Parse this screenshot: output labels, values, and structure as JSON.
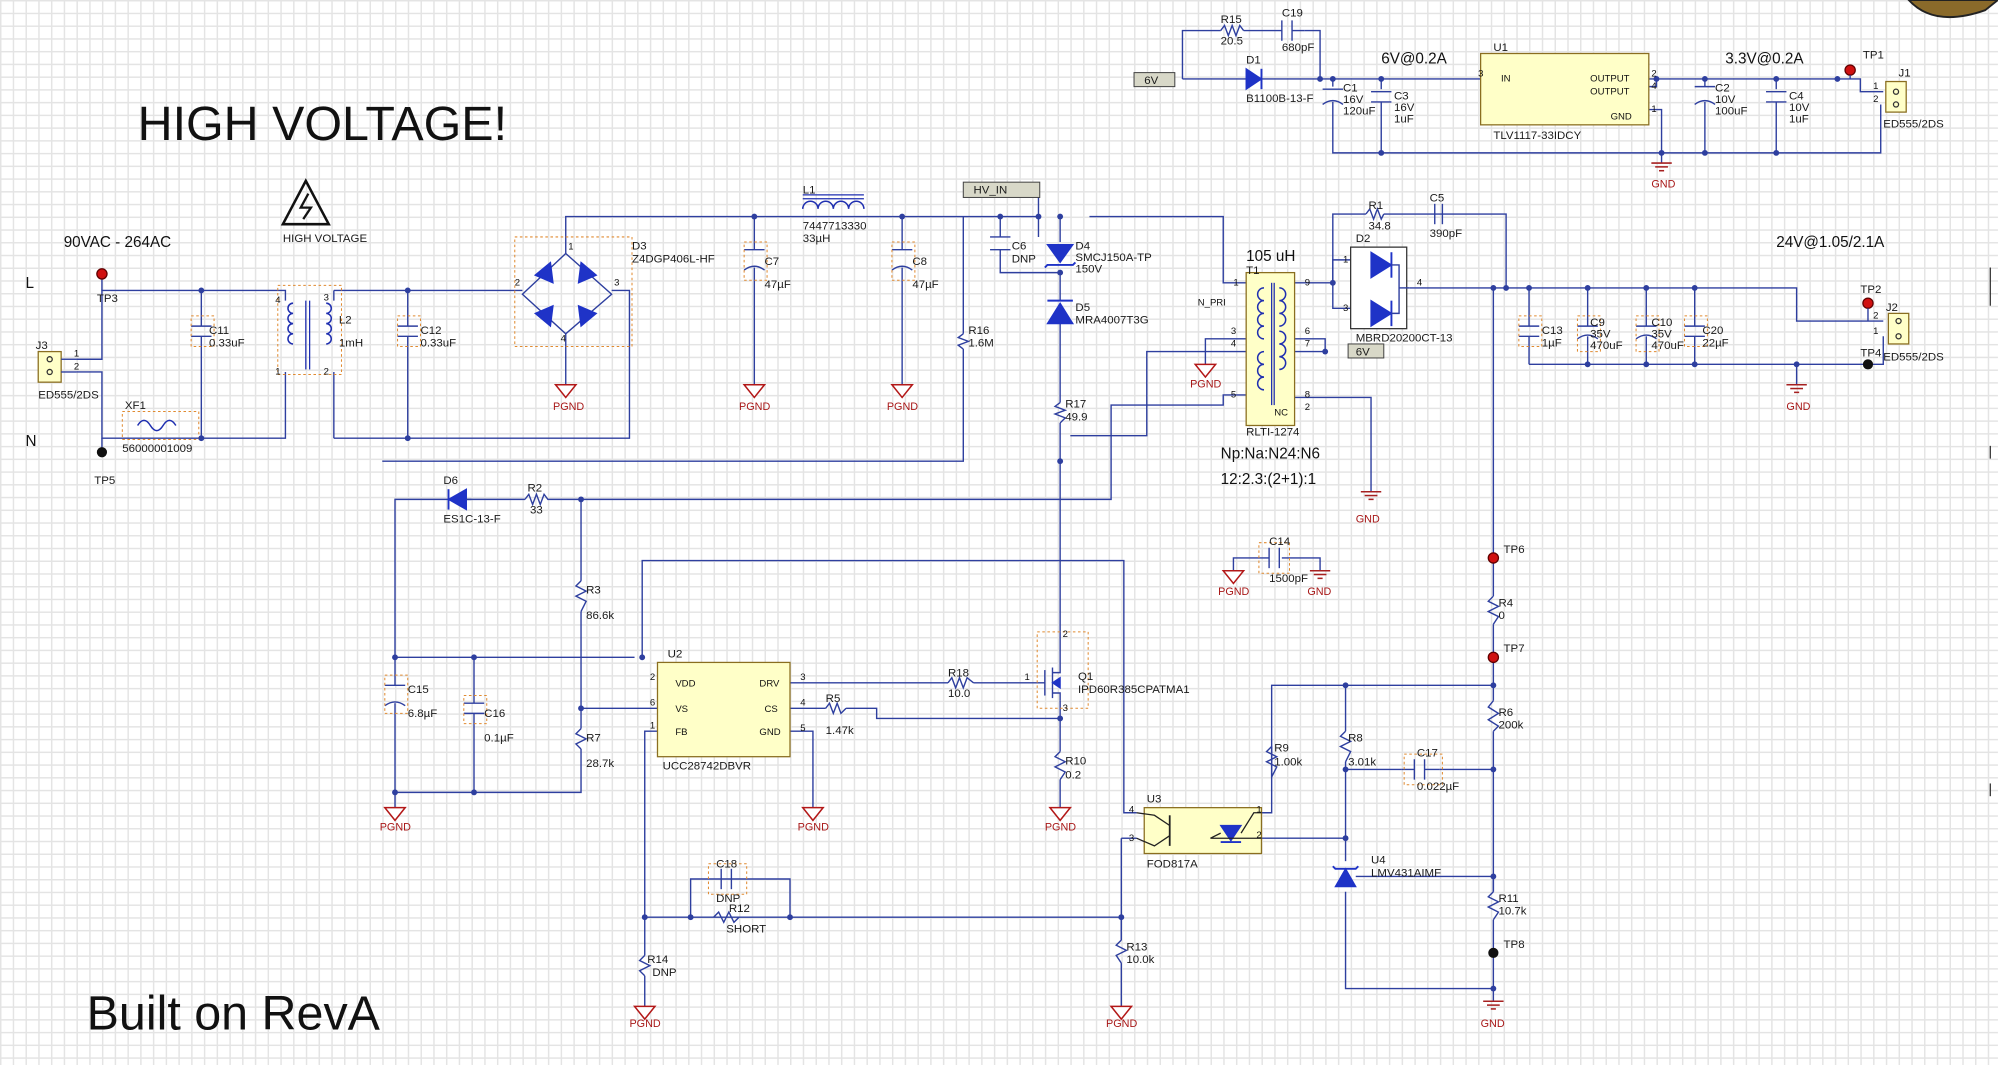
{
  "notes": {
    "high_voltage": "HIGH VOLTAGE!",
    "input_range": "90VAC - 264AC",
    "built_on": "Built on RevA",
    "hv_symbol_label": "HIGH VOLTAGE",
    "line_label": "L",
    "neutral_label": "N",
    "primary_inductance": "105 uH",
    "turns_ratio_names": "Np:Na:N24:N6",
    "turns_ratio_values": "12:2.3:(2+1):1",
    "out_24v": "24V@1.05/2.1A",
    "out_6v": "6V@0.2A",
    "out_3v3": "3.3V@0.2A"
  },
  "nets": {
    "hv_in": "HV_IN",
    "six_v": "6V",
    "n_pri": "N_PRI",
    "pgnd": "PGND",
    "gnd": "GND"
  },
  "parts": {
    "R15": {
      "ref": "R15",
      "val": "20.5"
    },
    "C19": {
      "ref": "C19",
      "val": "680pF"
    },
    "D1": {
      "ref": "D1",
      "val": "B1100B-13-F"
    },
    "C1": {
      "ref": "C1",
      "v1": "16V",
      "v2": "120uF"
    },
    "C3": {
      "ref": "C3",
      "v1": "16V",
      "v2": "1uF"
    },
    "U1": {
      "ref": "U1",
      "val": "TLV1117-33IDCY",
      "in": "IN",
      "out1": "OUTPUT",
      "out2": "OUTPUT",
      "gnd": "GND"
    },
    "C2": {
      "ref": "C2",
      "v1": "10V",
      "v2": "100uF"
    },
    "C4": {
      "ref": "C4",
      "v1": "10V",
      "v2": "1uF"
    },
    "J1": {
      "ref": "J1",
      "val": "ED555/2DS"
    },
    "TP1": {
      "ref": "TP1"
    },
    "TP3": {
      "ref": "TP3"
    },
    "TP5": {
      "ref": "TP5"
    },
    "J3": {
      "ref": "J3",
      "val": "ED555/2DS"
    },
    "XF1": {
      "ref": "XF1",
      "val": "56000001009"
    },
    "C11": {
      "ref": "C11",
      "val": "0.33uF"
    },
    "L2": {
      "ref": "L2",
      "val": "1mH"
    },
    "C12": {
      "ref": "C12",
      "val": "0.33uF"
    },
    "D3": {
      "ref": "D3",
      "val": "Z4DGP406L-HF"
    },
    "L1": {
      "ref": "L1",
      "v1": "7447713330",
      "v2": "33µH"
    },
    "C7": {
      "ref": "C7",
      "val": "47µF"
    },
    "C8": {
      "ref": "C8",
      "val": "47µF"
    },
    "C6": {
      "ref": "C6",
      "val": "DNP"
    },
    "D4": {
      "ref": "D4",
      "v1": "SMCJ150A-TP",
      "v2": "150V"
    },
    "D5": {
      "ref": "D5",
      "val": "MRA4007T3G"
    },
    "R16": {
      "ref": "R16",
      "val": "1.6M"
    },
    "R17": {
      "ref": "R17",
      "val": "49.9"
    },
    "T1": {
      "ref": "T1",
      "val": "RLTI-1274",
      "nc": "NC"
    },
    "R1": {
      "ref": "R1",
      "val": "34.8"
    },
    "C5": {
      "ref": "C5",
      "val": "390pF"
    },
    "D2": {
      "ref": "D2",
      "val": "MBRD20200CT-13"
    },
    "C13": {
      "ref": "C13",
      "val": "1µF"
    },
    "C9": {
      "ref": "C9",
      "v1": "35V",
      "v2": "470uF"
    },
    "C10": {
      "ref": "C10",
      "v1": "35V",
      "v2": "470uF"
    },
    "C20": {
      "ref": "C20",
      "val": "22µF"
    },
    "TP2": {
      "ref": "TP2"
    },
    "TP4": {
      "ref": "TP4"
    },
    "J2": {
      "ref": "J2",
      "val": "ED555/2DS"
    },
    "D6": {
      "ref": "D6",
      "val": "ES1C-13-F"
    },
    "R2": {
      "ref": "R2",
      "val": "33"
    },
    "C14": {
      "ref": "C14",
      "val": "1500pF"
    },
    "R3": {
      "ref": "R3",
      "val": "86.6k"
    },
    "R7": {
      "ref": "R7",
      "val": "28.7k"
    },
    "C15": {
      "ref": "C15",
      "val": "6.8µF"
    },
    "C16": {
      "ref": "C16",
      "val": "0.1µF"
    },
    "U2": {
      "ref": "U2",
      "val": "UCC28742DBVR",
      "vdd": "VDD",
      "vs": "VS",
      "fb": "FB",
      "drv": "DRV",
      "cs": "CS",
      "gnd": "GND"
    },
    "R18": {
      "ref": "R18",
      "val": "10.0"
    },
    "R5": {
      "ref": "R5",
      "val": "1.47k"
    },
    "Q1": {
      "ref": "Q1",
      "val": "IPD60R385CPATMA1"
    },
    "R10": {
      "ref": "R10",
      "val": "0.2"
    },
    "TP6": {
      "ref": "TP6"
    },
    "R4": {
      "ref": "R4",
      "val": "0"
    },
    "TP7": {
      "ref": "TP7"
    },
    "R6": {
      "ref": "R6",
      "val": "200k"
    },
    "R9": {
      "ref": "R9",
      "val": "1.00k"
    },
    "R8": {
      "ref": "R8",
      "val": "3.01k"
    },
    "C17": {
      "ref": "C17",
      "val": "0.022µF"
    },
    "U3": {
      "ref": "U3",
      "val": "FOD817A"
    },
    "U4": {
      "ref": "U4",
      "val": "LMV431AIMF"
    },
    "R11": {
      "ref": "R11",
      "val": "10.7k"
    },
    "TP8": {
      "ref": "TP8"
    },
    "C18": {
      "ref": "C18",
      "val": "DNP"
    },
    "R12": {
      "ref": "R12",
      "val": "SHORT"
    },
    "R13": {
      "ref": "R13",
      "val": "10.0k"
    },
    "R14": {
      "ref": "R14",
      "val": "DNP"
    }
  },
  "colors": {
    "wire": "#2e3f9f",
    "power_ground": "#b31818",
    "component_fill": "#ffffc8",
    "diode": "#1f33c7",
    "grid": "#e4e4e4"
  }
}
